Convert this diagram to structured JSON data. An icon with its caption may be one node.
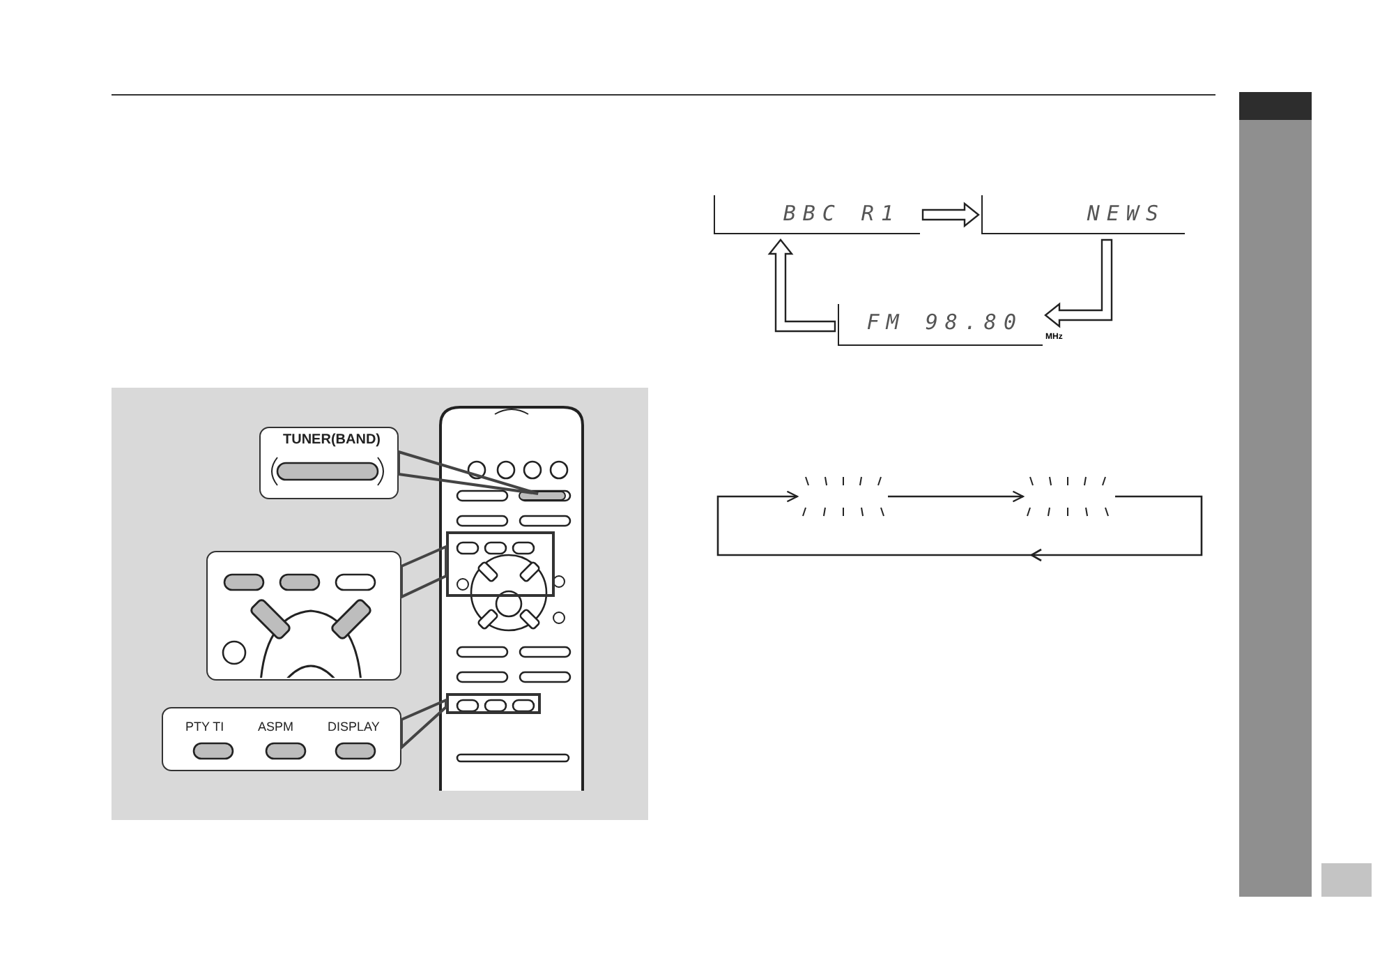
{
  "diagram": {
    "nodes": [
      {
        "text": [
          "BBC R1"
        ]
      },
      {
        "text": [
          "NEWS"
        ]
      },
      {
        "text": [
          "FM 98.80"
        ],
        "beside": [
          "MHz"
        ]
      },
      {
        "text": [],
        "shape": "box"
      },
      {
        "text": [],
        "shape": "box"
      },
      {
        "text": [
          "TUNER(BAND)"
        ]
      },
      {
        "text": [],
        "shape": "box"
      },
      {
        "text": [
          "PTY TI",
          "ASPM",
          "DISPLAY"
        ]
      },
      {
        "text": [],
        "shape": "box"
      },
      {
        "text": [],
        "shape": "box"
      },
      {
        "text": [],
        "shape": "box"
      }
    ],
    "edges": [
      {
        "from": 0,
        "to": 1,
        "arrow": "to",
        "style": "thick"
      },
      {
        "from": 1,
        "to": 2,
        "arrow": "to",
        "style": "thick"
      },
      {
        "from": 2,
        "to": 0,
        "arrow": "to",
        "style": "thick"
      },
      {
        "from": 3,
        "to": 4,
        "arrow": "to"
      },
      {
        "from": 4,
        "to": 3,
        "arrow": "to"
      },
      {
        "from": 5,
        "to": 8,
        "arrow": "none"
      },
      {
        "from": 6,
        "to": 9,
        "arrow": "none"
      },
      {
        "from": 7,
        "to": 10,
        "arrow": "none"
      }
    ]
  }
}
